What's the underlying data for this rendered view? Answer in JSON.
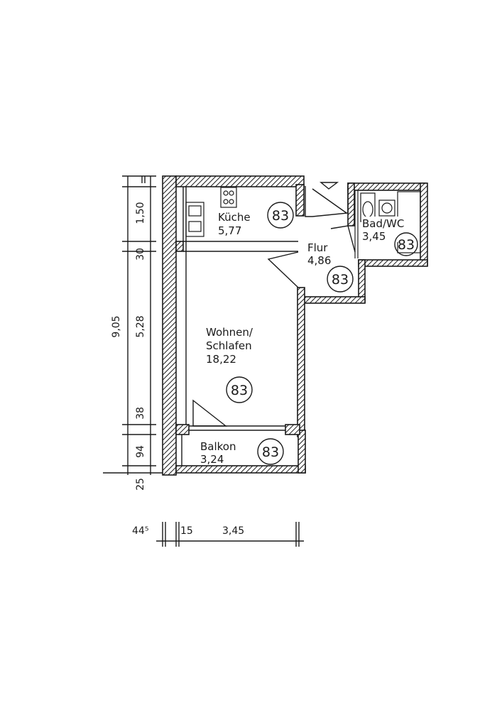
{
  "rooms": {
    "kueche": {
      "name": "Küche",
      "area": "5,77",
      "unit": "83"
    },
    "flur": {
      "name": "Flur",
      "area": "4,86",
      "unit": "83"
    },
    "bad": {
      "name": "Bad/WC",
      "area": "3,45",
      "unit": "83"
    },
    "wohnen": {
      "name_line1": "Wohnen/",
      "name_line2": "Schlafen",
      "area": "18,22",
      "unit": "83"
    },
    "balkon": {
      "name": "Balkon",
      "area": "3,24",
      "unit": "83"
    }
  },
  "dimensions": {
    "vertical_total": "9,05",
    "vertical_segments": [
      "1,50",
      "30",
      "5,28",
      "38",
      "94",
      "25"
    ],
    "horizontal_segments": [
      "44⁵",
      "15",
      "3,45"
    ]
  },
  "colors": {
    "ink": "#1a1a1a",
    "paper": "#ffffff"
  }
}
